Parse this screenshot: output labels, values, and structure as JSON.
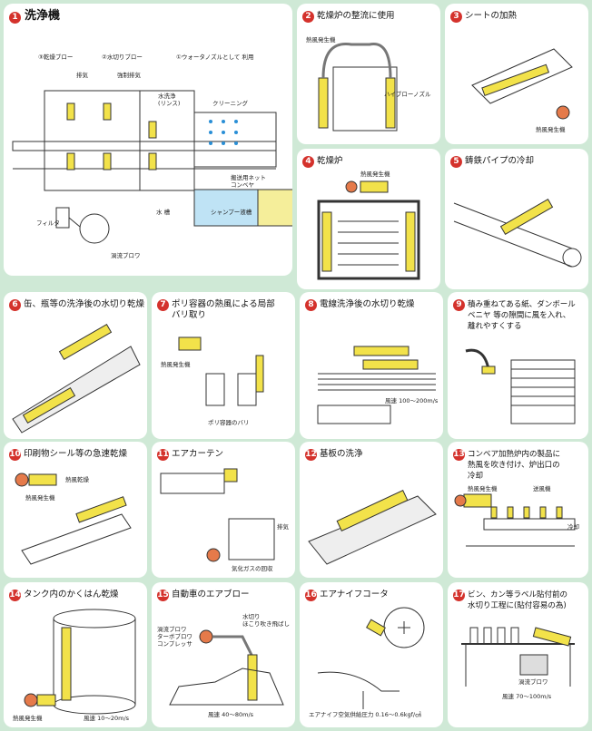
{
  "colors": {
    "background": "#cfe9d6",
    "panel": "#ffffff",
    "accent_red": "#d4322c",
    "yellow": "#f2e24a",
    "water_blue": "#bfe3f5",
    "shampoo_yellow": "#f5ee9a",
    "blower_orange": "#e57a4a"
  },
  "panels": [
    {
      "num": "1",
      "title": "洗浄機",
      "labels": {
        "drying_blow": "③乾燥ブロー",
        "drain_blow": "②水切りブロー",
        "water_nozzle": "①ウォータノズルとして 利用",
        "exhaust": "排気",
        "forced_exhaust": "強制排気",
        "rinse": "水洗浄\n(リンス)",
        "cleaning": "クリーニング",
        "conveyor": "搬送用ネット\nコンベヤ",
        "water_tank": "水 槽",
        "shampoo_tank": "シャンプー液槽",
        "filter": "フィルタ",
        "vortex_blower": "渦流ブロワ"
      }
    },
    {
      "num": "2",
      "title": "乾燥炉の整流に使用",
      "labels": {
        "heater": "熱風発生機",
        "nozzle": "ハイブローノズル"
      }
    },
    {
      "num": "3",
      "title": "シートの加熱",
      "labels": {
        "heater": "熱風発生機"
      }
    },
    {
      "num": "4",
      "title": "乾燥炉",
      "labels": {
        "heater": "熱風発生機"
      }
    },
    {
      "num": "5",
      "title": "鋳鉄パイプの冷却",
      "labels": {}
    },
    {
      "num": "6",
      "title": "缶、瓶等の洗浄後の水切り乾燥",
      "labels": {}
    },
    {
      "num": "7",
      "title": "ポリ容器の熱風による局部\nバリ取り",
      "labels": {
        "heater": "熱風発生機",
        "burr": "ポリ容器のバリ"
      }
    },
    {
      "num": "8",
      "title": "電線洗浄後の水切り乾燥",
      "labels": {
        "speed": "風速 100～200m/s"
      }
    },
    {
      "num": "9",
      "title": "積み重ねてある紙、ダンボール\nベニヤ 等の隙間に風を入れ、\n離れやすくする",
      "labels": {}
    },
    {
      "num": "10",
      "title": "印刷物シール等の急速乾燥",
      "labels": {
        "heat_dry": "熱風乾燥",
        "heater": "熱風発生機"
      }
    },
    {
      "num": "11",
      "title": "エアカーテン",
      "labels": {
        "exhaust": "排気",
        "gas_recovery": "気化ガスの回収"
      }
    },
    {
      "num": "12",
      "title": "基板の洗浄",
      "labels": {}
    },
    {
      "num": "13",
      "title": "コンベア加熱炉内の製品に\n熱風を吹き付け、炉出口の\n冷却",
      "labels": {
        "heater": "熱風発生機",
        "blower": "送風機",
        "cooling": "冷却"
      }
    },
    {
      "num": "14",
      "title": "タンク内のかくはん乾燥",
      "labels": {
        "heater": "熱風発生機",
        "speed": "風速 10～20m/s"
      }
    },
    {
      "num": "15",
      "title": "自動車のエアブロー",
      "labels": {
        "drain": "水切り\nほこり吹き飛ばし",
        "blowers": "渦流ブロワ\nターボブロワ\nコンプレッサ",
        "speed": "風速 40～80m/s"
      }
    },
    {
      "num": "16",
      "title": "エアナイフコータ",
      "labels": {
        "pressure": "エアナイフ空気供給圧力 0.16～0.6kgf/㎠"
      }
    },
    {
      "num": "17",
      "title": "ビン、カン等ラベル貼付前の\n水切り工程に(貼付容易の為)",
      "labels": {
        "blower": "渦流ブロワ",
        "speed": "風速 70～100m/s"
      }
    }
  ]
}
